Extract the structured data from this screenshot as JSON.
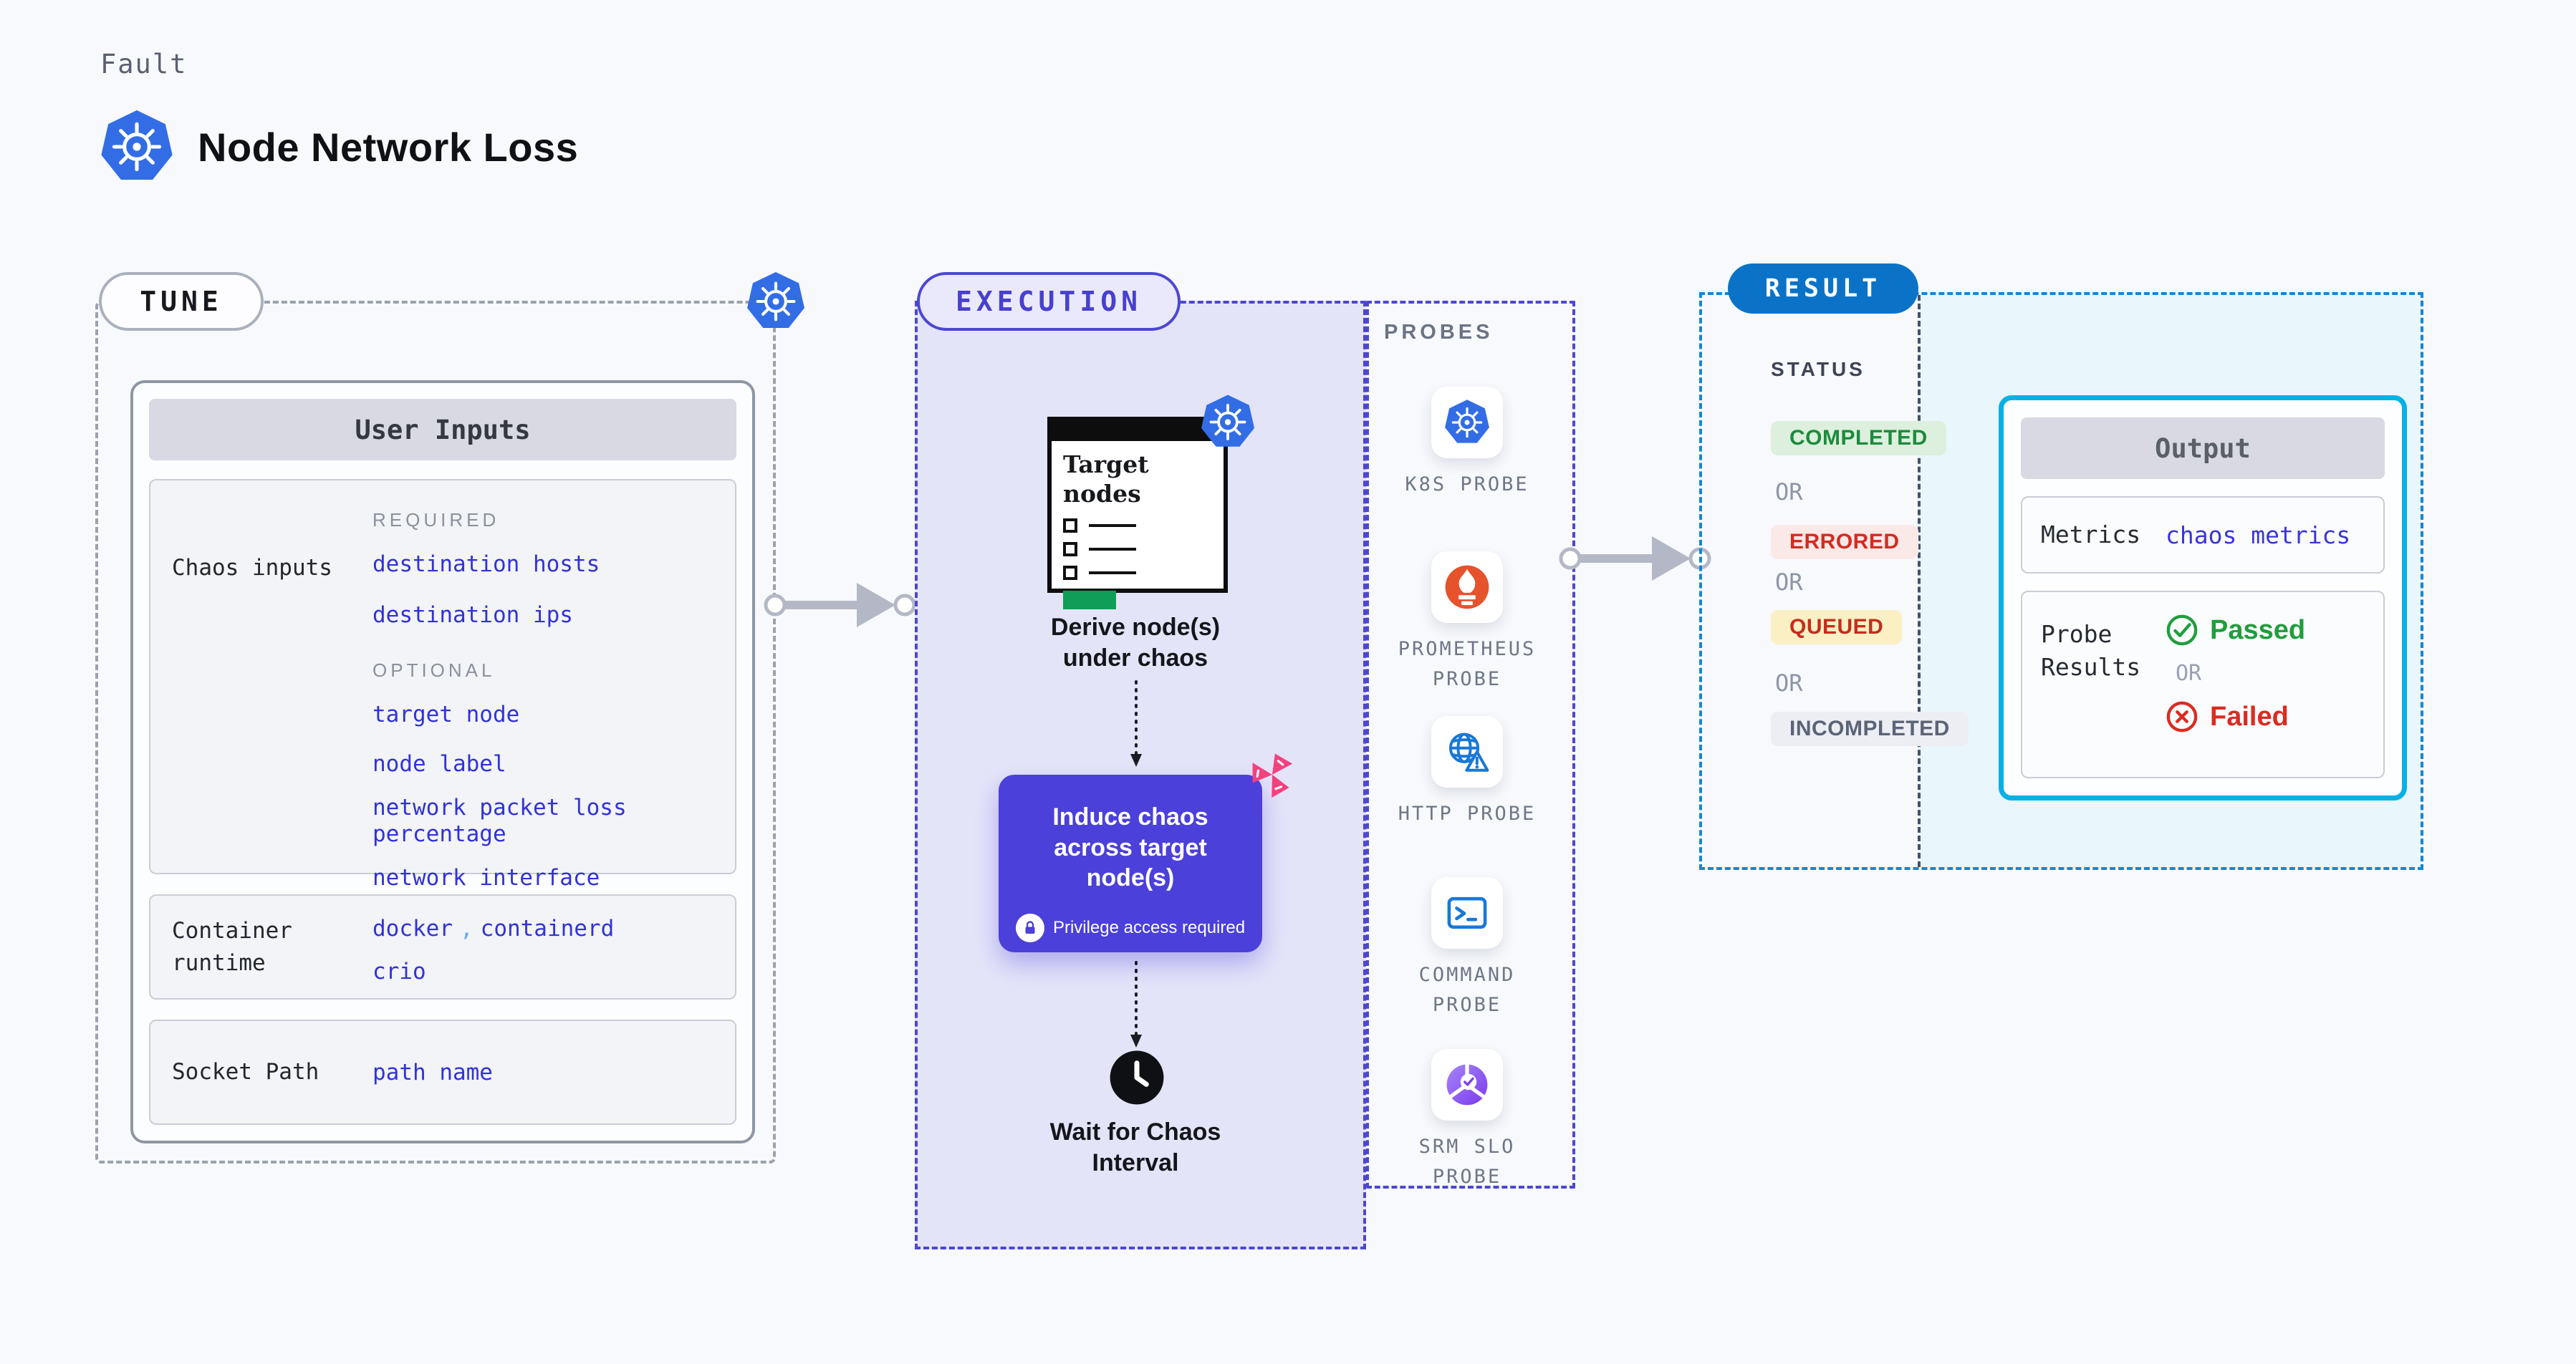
{
  "header": {
    "eyebrow": "Fault",
    "title": "Node Network Loss"
  },
  "tune": {
    "badge": "TUNE",
    "user_inputs": {
      "title": "User Inputs",
      "chaos_row": {
        "label": "Chaos inputs",
        "required_heading": "REQUIRED",
        "required_items": [
          "destination hosts",
          "destination ips"
        ],
        "optional_heading": "OPTIONAL",
        "optional_items": [
          "target node",
          "node label",
          "network packet loss percentage",
          "network interface"
        ]
      },
      "runtime_row": {
        "label": "Container runtime",
        "value_a": "docker",
        "separator": ",",
        "value_b": "containerd",
        "value_c": "crio"
      },
      "socket_row": {
        "label": "Socket Path",
        "value": "path name"
      }
    }
  },
  "execution": {
    "badge": "EXECUTION",
    "target_window": {
      "title": "Target nodes"
    },
    "derive_step": "Derive node(s) under chaos",
    "chaos_card": {
      "title": "Induce chaos across target node(s)",
      "note": "Privilege access required"
    },
    "wait_step": "Wait for Chaos Interval"
  },
  "probes": {
    "heading": "PROBES",
    "items": [
      {
        "icon": "kubernetes-icon",
        "label": "K8S PROBE"
      },
      {
        "icon": "prometheus-icon",
        "label": "PROMETHEUS PROBE"
      },
      {
        "icon": "globe-alert-icon",
        "label": "HTTP PROBE"
      },
      {
        "icon": "terminal-icon",
        "label": "COMMAND PROBE"
      },
      {
        "icon": "slo-donut-icon",
        "label": "SRM SLO PROBE"
      }
    ]
  },
  "result": {
    "badge": "RESULT",
    "status": {
      "heading": "STATUS",
      "or_label": "OR",
      "states": [
        {
          "label": "COMPLETED",
          "fg": "#1d8b3d",
          "bg": "#dcf0dd"
        },
        {
          "label": "ERRORED",
          "fg": "#d52b20",
          "bg": "#fbe9e7"
        },
        {
          "label": "QUEUED",
          "fg": "#c42d1c",
          "bg": "#faf0c4"
        },
        {
          "label": "INCOMPLETED",
          "fg": "#5b6477",
          "bg": "#eceef4"
        }
      ]
    },
    "output": {
      "title": "Output",
      "metrics_label": "Metrics",
      "metrics_value": "chaos metrics",
      "probe_results_label": "Probe Results",
      "passed_label": "Passed",
      "or_label": "OR",
      "failed_label": "Failed"
    }
  },
  "colors": {
    "page_bg": "#f7f9fc",
    "kubernetes_blue": "#326de6",
    "execution_indigo": "#4c47d2",
    "induce_card": "#4b40d9",
    "litmus_pink": "#f5417e",
    "result_blue": "#0b73c7",
    "output_border_cyan": "#09b0e5",
    "result_bg_cyan": "#e9f6fc",
    "passed_green": "#1f9e3d",
    "failed_red": "#dc2b20",
    "prometheus_orange": "#e6522c",
    "srm_purple": "#7b3bec",
    "button_green": "#109d58"
  }
}
